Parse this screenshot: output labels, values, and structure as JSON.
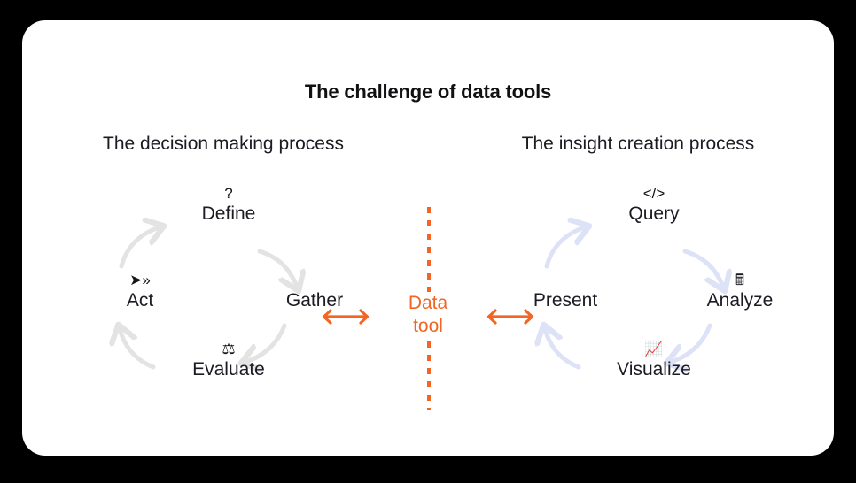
{
  "colors": {
    "background": "#000000",
    "card": "#ffffff",
    "accent_orange": "#F26522",
    "text_dark": "#1b1b24",
    "arrow_left_cycle": "#E3E3E3",
    "arrow_right_cycle": "#DDE2F7"
  },
  "header": {
    "title": "The challenge of data tools"
  },
  "left_process": {
    "label": "The decision making process",
    "nodes": [
      {
        "id": "define",
        "label": "Define",
        "icon": "question-mark-icon",
        "glyph": "?"
      },
      {
        "id": "gather",
        "label": "Gather",
        "icon": "",
        "glyph": ""
      },
      {
        "id": "evaluate",
        "label": "Evaluate",
        "icon": "balance-scales-icon",
        "glyph": "⚖"
      },
      {
        "id": "act",
        "label": "Act",
        "icon": "fast-forward-arrow-icon",
        "glyph": "➤»"
      }
    ]
  },
  "right_process": {
    "label": "The insight creation process",
    "nodes": [
      {
        "id": "query",
        "label": "Query",
        "icon": "code-brackets-icon",
        "glyph": "</>"
      },
      {
        "id": "analyze",
        "label": "Analyze",
        "icon": "calculator-icon",
        "glyph": "🖩"
      },
      {
        "id": "visualize",
        "label": "Visualize",
        "icon": "bar-chart-icon",
        "glyph": "📈"
      },
      {
        "id": "present",
        "label": "Present",
        "icon": "",
        "glyph": ""
      }
    ]
  },
  "center": {
    "line1": "Data",
    "line2": "tool",
    "left_arrow_icon": "double-headed-arrow-icon",
    "right_arrow_icon": "double-headed-arrow-icon",
    "divider_icon": "vertical-dashed-divider"
  }
}
